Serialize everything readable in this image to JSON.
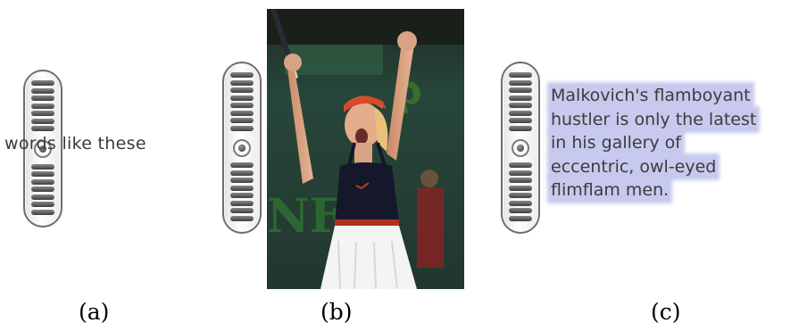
{
  "panel_a": {
    "overlay_text": "words like these",
    "caption": "(a)"
  },
  "panel_b": {
    "caption": "(b)"
  },
  "panel_c": {
    "caption": "(c)",
    "selected_text_lines": [
      "Malkovich's flamboyant",
      "hustler is only the latest",
      "in his gallery of",
      "eccentric, owl-eyed",
      "flimflam men."
    ],
    "selection_color": "#c7c9ee"
  },
  "widget": {
    "icon": "scroll-wheel-icon",
    "knob_icon": "center-dot-icon"
  }
}
